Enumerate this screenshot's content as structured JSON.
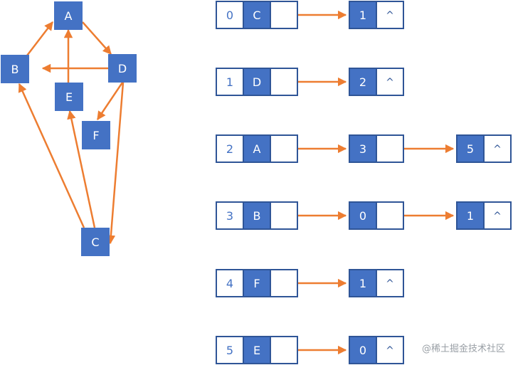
{
  "graph": {
    "nodes": [
      "A",
      "B",
      "C",
      "D",
      "E",
      "F"
    ],
    "edges": [
      [
        "B",
        "A"
      ],
      [
        "A",
        "D"
      ],
      [
        "D",
        "B"
      ],
      [
        "E",
        "A"
      ],
      [
        "D",
        "F"
      ],
      [
        "D",
        "C"
      ],
      [
        "C",
        "B"
      ],
      [
        "C",
        "E"
      ]
    ]
  },
  "adjacency_list": {
    "rows": [
      {
        "index": "0",
        "vertex": "C",
        "adj": [
          "1"
        ]
      },
      {
        "index": "1",
        "vertex": "D",
        "adj": [
          "2"
        ]
      },
      {
        "index": "2",
        "vertex": "A",
        "adj": [
          "3",
          "5"
        ]
      },
      {
        "index": "3",
        "vertex": "B",
        "adj": [
          "0",
          "1"
        ]
      },
      {
        "index": "4",
        "vertex": "F",
        "adj": [
          "1"
        ]
      },
      {
        "index": "5",
        "vertex": "E",
        "adj": [
          "0"
        ]
      }
    ],
    "null_symbol": "^"
  },
  "watermark": "@稀土掘金技术社区",
  "colors": {
    "node": "#4472c4",
    "border": "#2f5597",
    "arrow": "#ed7d31"
  }
}
